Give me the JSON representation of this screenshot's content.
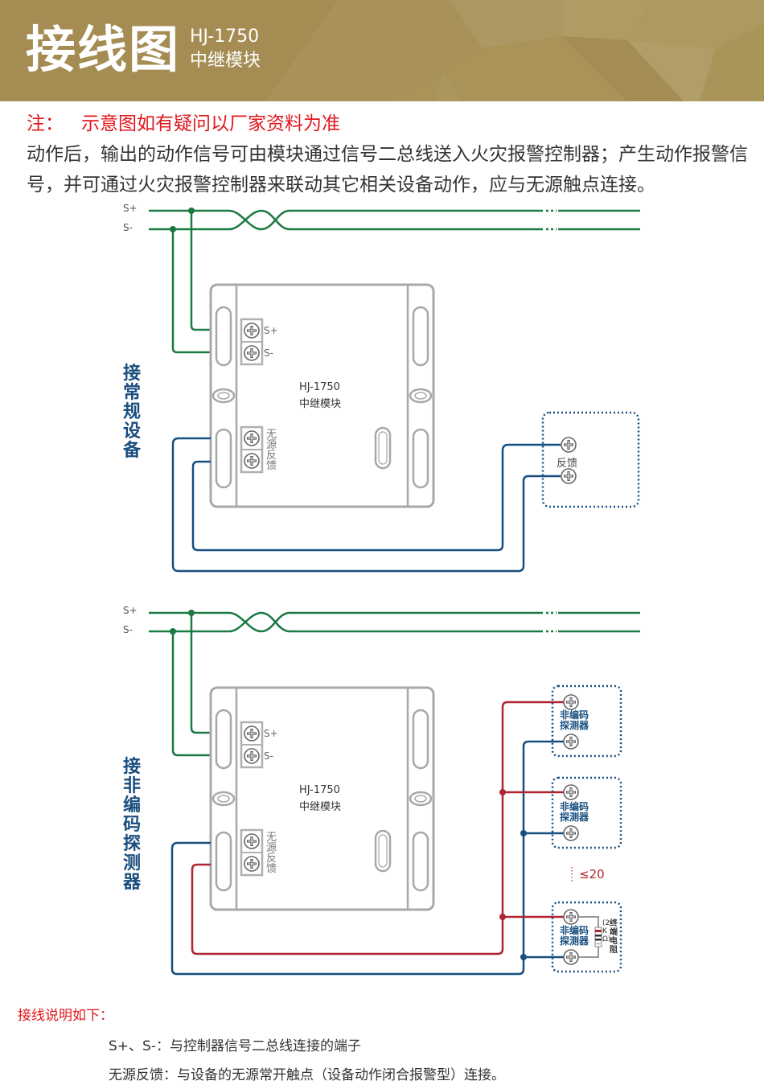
{
  "header": {
    "title": "接线图",
    "model": "HJ-1750",
    "product_name": "中继模块",
    "background_color": "#a58e55"
  },
  "note": {
    "prefix": "注：",
    "text": "示意图如有疑问以厂家资料为准"
  },
  "description": "动作后，输出的动作信号可由模块通过信号二总线送入火灾报警控制器；产生动作报警信号，并可通过火灾报警控制器来联动其它相关设备动作，应与无源触点连接。",
  "diagram_top": {
    "side_label": "接常规设备",
    "bus_plus": "S+",
    "bus_minus": "S-",
    "module": {
      "model": "HJ-1750",
      "name": "中继模块",
      "terminal_plus": "S+",
      "terminal_minus": "S-",
      "feedback_label": "无源反馈"
    },
    "device": {
      "label": "反馈"
    }
  },
  "diagram_bottom": {
    "side_label": "接非编码探测器",
    "bus_plus": "S+",
    "bus_minus": "S-",
    "module": {
      "model": "HJ-1750",
      "name": "中继模块",
      "terminal_plus": "S+",
      "terminal_minus": "S-",
      "feedback_label": "无源反馈"
    },
    "detectors": [
      {
        "label_line1": "非编码",
        "label_line2": "探测器"
      },
      {
        "label_line1": "非编码",
        "label_line2": "探测器"
      },
      {
        "label_line1": "非编码",
        "label_line2": "探测器"
      }
    ],
    "max_count": "≤20",
    "resistor_value": "(2KΩ)",
    "resistor_label": "终端电阻"
  },
  "wiring_notes": {
    "title": "接线说明如下：",
    "items": [
      "S+、S-：与控制器信号二总线连接的端子",
      "无源反馈：与设备的无源常开触点（设备动作闭合报警型）连接。"
    ]
  },
  "colors": {
    "bus_green": "#1a7a42",
    "wire_blue": "#174f80",
    "wire_red": "#b02530",
    "module_gray": "#a8a8a8",
    "note_red": "#e2161c"
  }
}
